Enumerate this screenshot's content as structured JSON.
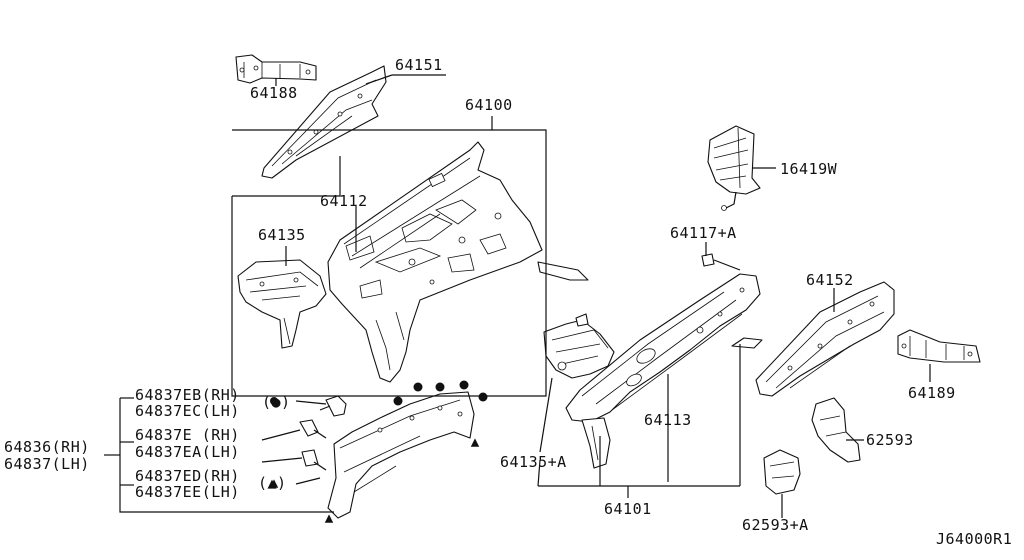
{
  "parts": {
    "p64151": "64151",
    "p64188": "64188",
    "p64100": "64100",
    "p64112": "64112",
    "p64135": "64135",
    "p16419W": "16419W",
    "p64117A": "64117+A",
    "p64152": "64152",
    "p64189": "64189",
    "p64113": "64113",
    "p64135A": "64135+A",
    "p62593": "62593",
    "p64101": "64101",
    "p62593A": "62593+A",
    "p64837EB": "64837EB(RH)",
    "p64837EC": "64837EC(LH)",
    "p64837E": "64837E (RH)",
    "p64837EA": "64837EA(LH)",
    "p64837ED": "64837ED(RH)",
    "p64837EE": "64837EE(LH)",
    "p64836": "64836(RH)",
    "p64837": "64837(LH)"
  },
  "symbols": {
    "circle_key": "(●)",
    "triangle_key": "(▲)"
  },
  "diagram_code": "J64000R1"
}
